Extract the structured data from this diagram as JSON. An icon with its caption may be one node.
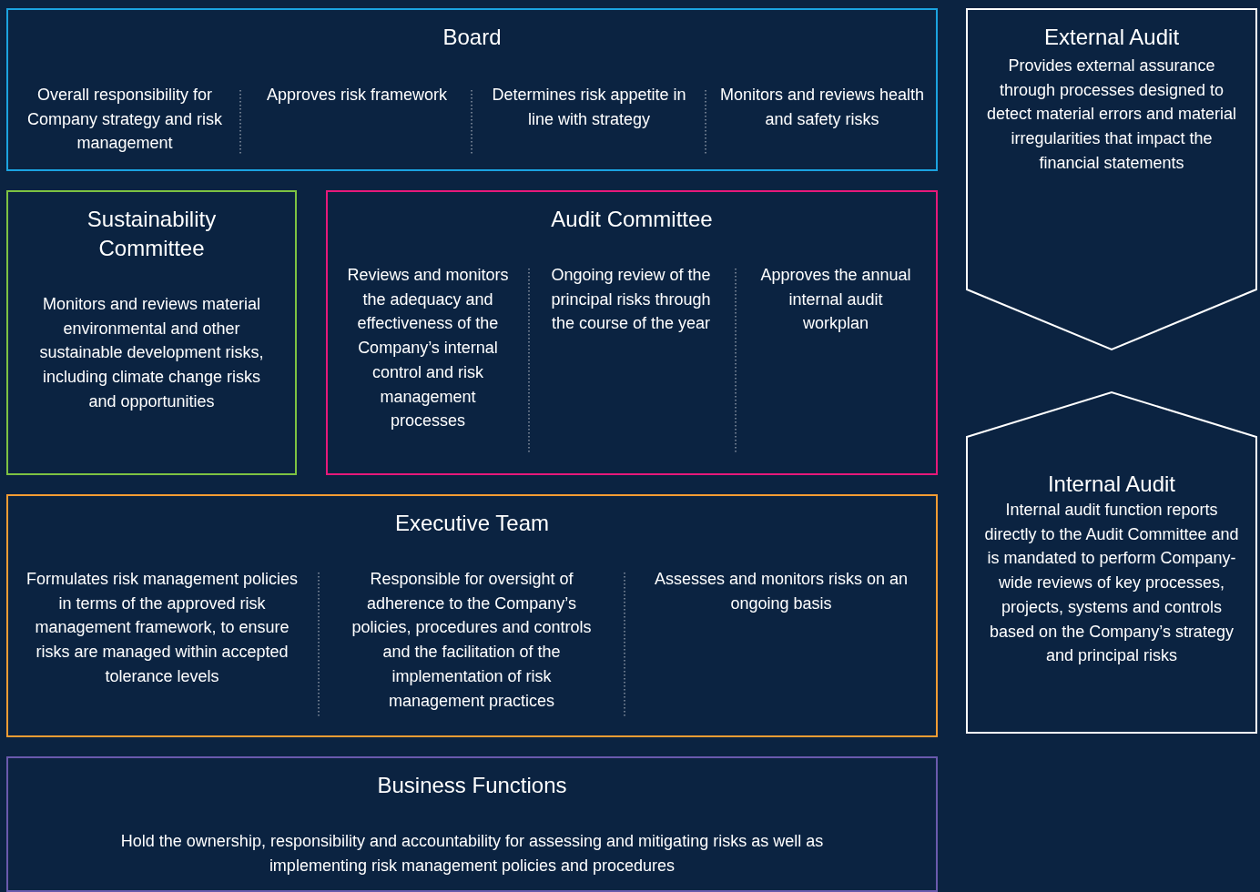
{
  "diagram": {
    "nodes": [
      {
        "text": [
          "Board",
          "Overall responsibility for Company strategy and risk management",
          "Approves risk framework",
          "Determines risk appetite in line with strategy",
          "Monitors and reviews health and safety risks"
        ]
      },
      {
        "text": [
          "External Audit",
          "Provides external assurance through processes designed to detect material errors and material irregularities that impact the financial statements"
        ]
      },
      {
        "text": [
          "Sustainability Committee",
          "Monitors and reviews material environmental and other sustainable development risks, including climate change risks and opportunities"
        ]
      },
      {
        "text": [
          "Audit Committee",
          "Reviews and monitors the adequacy and effectiveness of the Company’s internal control and risk management processes",
          "Ongoing review of the principal risks through the course of the year",
          "Approves the annual internal audit workplan"
        ]
      },
      {
        "text": [
          "Internal Audit",
          "Internal audit function reports directly to the Audit Committee and is mandated to perform Company-wide reviews of key processes, projects, systems and controls based on the Company’s strategy and principal risks"
        ]
      },
      {
        "text": [
          "Executive Team",
          "Formulates risk management policies in terms of the approved risk management framework, to ensure risks are managed within accepted tolerance levels",
          "Responsible for oversight of adherence to the Company’s policies, procedures and controls and the facilitation of the implementation of risk management practices",
          "Assesses and monitors risks on an ongoing basis"
        ]
      },
      {
        "text": [
          "Business Functions",
          "Hold the ownership, responsibility and accountability for assessing and mitigating risks as well as implementing risk management policies and procedures"
        ]
      }
    ]
  }
}
